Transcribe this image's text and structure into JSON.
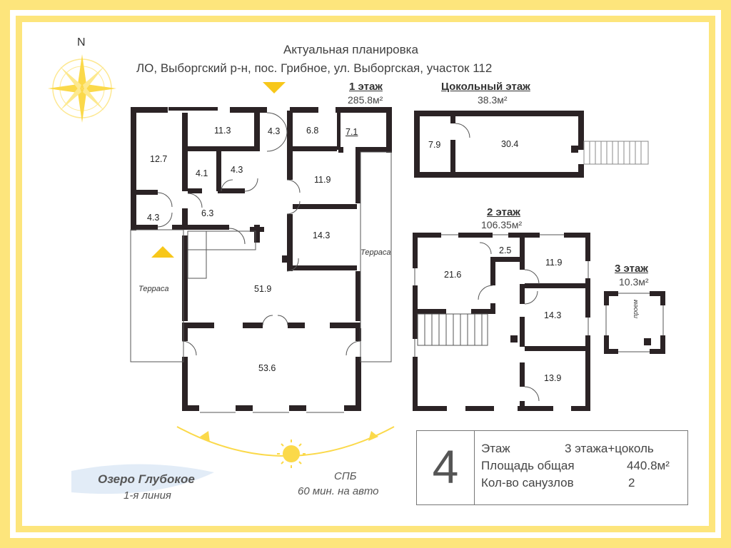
{
  "header": {
    "title": "Актуальная планировка",
    "address": "ЛО, Выборгский р-н, пос. Грибное, ул. Выборгская, участок 112"
  },
  "compass": {
    "north_label": "N",
    "icon": "compass-rose-icon"
  },
  "floor1": {
    "title": "1 этаж",
    "area": "285.8м²",
    "rooms": [
      "11.3",
      "4.3",
      "6.8",
      "7.1",
      "12.7",
      "4.1",
      "4.3",
      "11.9",
      "4.3",
      "6.3",
      "14.3",
      "51.9",
      "53.6"
    ],
    "terrace_left": "Терраса",
    "terrace_right": "Терраса"
  },
  "basement": {
    "title": "Цокольный этаж",
    "area": "38.3м²",
    "rooms": [
      "7.9",
      "30.4"
    ]
  },
  "floor2": {
    "title": "2 этаж",
    "area": "106.35м²",
    "rooms": [
      "2.5",
      "11.9",
      "21.6",
      "14.3",
      "13.9"
    ]
  },
  "floor3": {
    "title": "3 этаж",
    "area": "10.3м²",
    "opening": "проем"
  },
  "location": {
    "lake": "Озеро Глубокое",
    "lake_line": "1-я линия",
    "city": "СПБ",
    "city_time": "60 мин. на авто"
  },
  "info": {
    "number": "4",
    "floors_label": "Этаж",
    "floors_value": "3 этажа+цоколь",
    "area_label": "Площадь общая",
    "area_value": "440.8м²",
    "bath_label": "Кол-во санузлов",
    "bath_value": "2"
  },
  "colors": {
    "frame": "#fde57c",
    "wall": "#2b2325",
    "sun": "#fbd94a"
  }
}
